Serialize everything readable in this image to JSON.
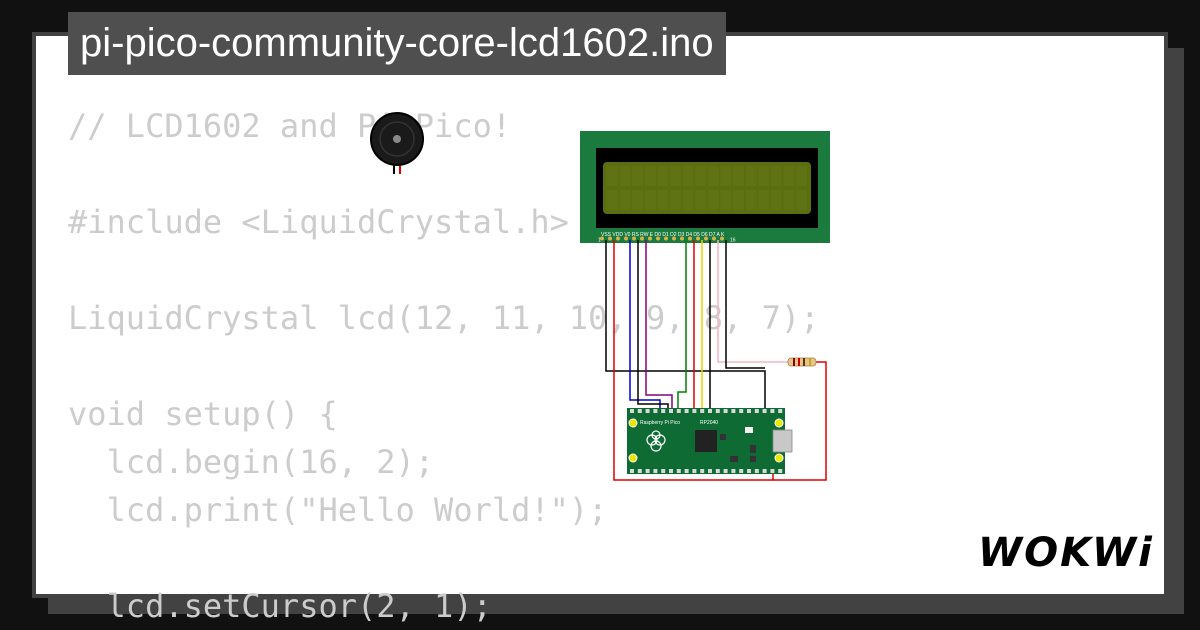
{
  "project": {
    "filename": "pi-pico-community-core-lcd1602.ino"
  },
  "code": {
    "lines": [
      "// LCD1602 and Pi Pico!",
      "",
      "#include <LiquidCrystal.h>",
      "",
      "LiquidCrystal lcd(12, 11, 10, 9, 8, 7);",
      "",
      "void setup() {",
      "  lcd.begin(16, 2);",
      "  lcd.print(\"Hello World!\");",
      "",
      "  lcd.setCursor(2, 1);"
    ]
  },
  "circuit": {
    "lcd_pin_labels": "VSS VDD V0 RS RW E D0 D1 D2 D3 D4 D5 D6 D7 A K",
    "lcd_pin_first": "1",
    "lcd_pin_last": "16",
    "board_label": "Raspberry Pi Pico",
    "board_chip": "RP2040",
    "colors": {
      "lcd_pcb": "#1b7a3e",
      "lcd_screen": "#5a6e0f",
      "pico_pcb": "#0f6b34",
      "wire_red": "#dd0000",
      "wire_black": "#000000",
      "wire_blue": "#0000cc",
      "wire_purple": "#800080",
      "wire_green": "#008000",
      "wire_yellow": "#e6d600",
      "wire_pink": "#f4b6c2"
    }
  },
  "brand": {
    "logo_text": "WOKWi"
  }
}
